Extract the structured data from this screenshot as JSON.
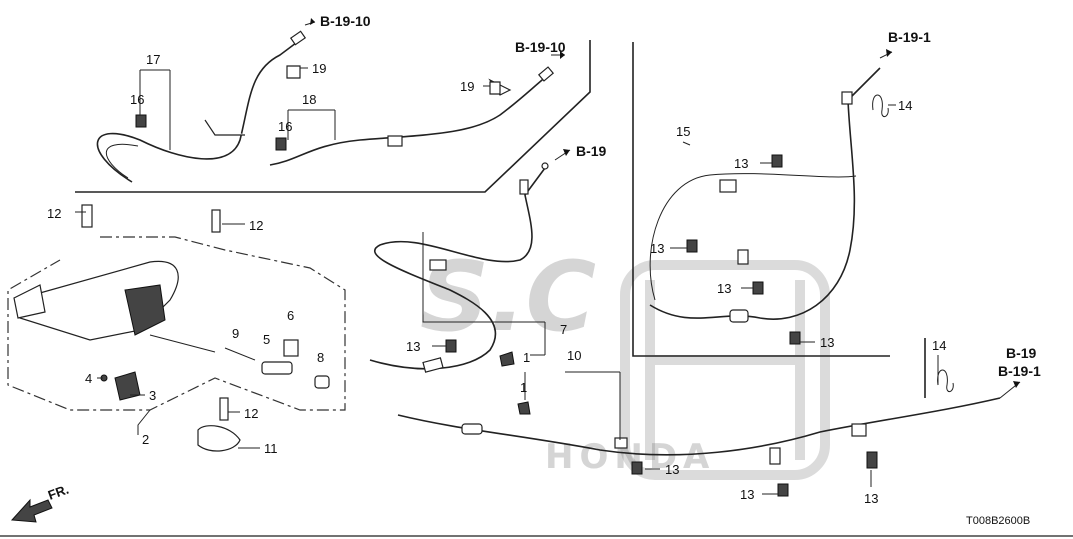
{
  "refs": {
    "b1910_a": "B-19-10",
    "b1910_b": "B-19-10",
    "b191_a": "B-19-1",
    "b19_a": "B-19",
    "b19_b": "B-19",
    "b191_b": "B-19-1"
  },
  "callouts": {
    "n1a": "1",
    "n1b": "1",
    "n2": "2",
    "n3": "3",
    "n4": "4",
    "n5": "5",
    "n6": "6",
    "n7": "7",
    "n8": "8",
    "n9": "9",
    "n10": "10",
    "n11": "11",
    "n12a": "12",
    "n12b": "12",
    "n12c": "12",
    "n13a": "13",
    "n13b": "13",
    "n13c": "13",
    "n13d": "13",
    "n13e": "13",
    "n13f": "13",
    "n13g": "13",
    "n13h": "13",
    "n14a": "14",
    "n14b": "14",
    "n15": "15",
    "n16a": "16",
    "n16b": "16",
    "n17": "17",
    "n18": "18",
    "n19a": "19",
    "n19b": "19"
  },
  "front_label": "FR.",
  "diagram_code": "T008B2600B",
  "watermark": {
    "brand": "HONDA",
    "monogram": "S.C"
  }
}
